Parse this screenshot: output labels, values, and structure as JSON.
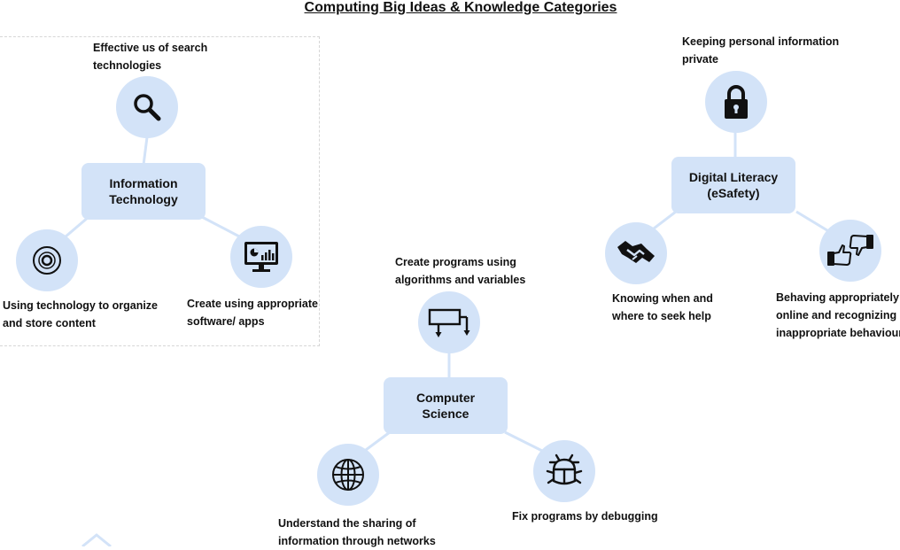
{
  "title": "Computing Big Ideas & Knowledge Categories",
  "colors": {
    "node_fill": "#d3e3f8",
    "connector": "#d3e3f8",
    "icon": "#111111"
  },
  "groups": [
    {
      "hub_label": "Information\nTechnology",
      "nodes": [
        {
          "icon": "search-icon",
          "caption": [
            "Effective us of search",
            "technologies"
          ]
        },
        {
          "icon": "disc-icon",
          "caption": [
            "Using technology to organize",
            "and store content"
          ]
        },
        {
          "icon": "monitor-chart-icon",
          "caption": [
            "Create using appropriate",
            "software/ apps"
          ]
        }
      ]
    },
    {
      "hub_label": "Digital  Literacy\n(eSafety)",
      "nodes": [
        {
          "icon": "padlock-icon",
          "caption": [
            "Keeping personal information",
            "private"
          ]
        },
        {
          "icon": "handshake-icon",
          "caption": [
            "Knowing when and",
            "where to seek help"
          ]
        },
        {
          "icon": "thumbs-up-down-icon",
          "caption": [
            "Behaving appropriately",
            "online and recognizing",
            "inappropriate behaviour"
          ]
        }
      ]
    },
    {
      "hub_label": "Computer\nScience",
      "nodes": [
        {
          "icon": "flowchart-icon",
          "caption": [
            "Create programs using",
            "algorithms and variables"
          ]
        },
        {
          "icon": "globe-icon",
          "caption": [
            "Understand the sharing of",
            "information through networks"
          ]
        },
        {
          "icon": "bug-icon",
          "caption": [
            "Fix programs by debugging"
          ]
        }
      ]
    }
  ]
}
